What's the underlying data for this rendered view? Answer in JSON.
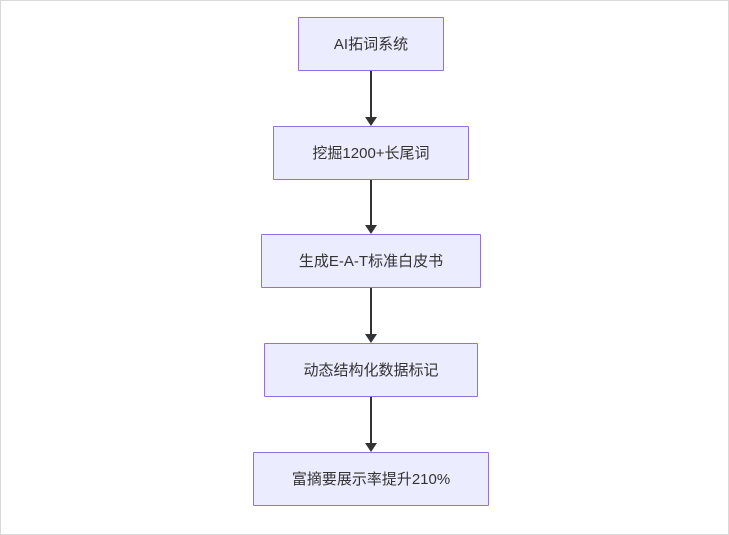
{
  "flowchart": {
    "nodes": [
      {
        "label": "AI拓词系统"
      },
      {
        "label": "挖掘1200+长尾词"
      },
      {
        "label": "生成E-A-T标准白皮书"
      },
      {
        "label": "动态结构化数据标记"
      },
      {
        "label": "富摘要展示率提升210%"
      }
    ],
    "colors": {
      "node_fill": "#ECECFF",
      "node_border": "#9370DB",
      "arrow": "#333333",
      "text": "#333333",
      "background": "#FFFFFF"
    }
  }
}
